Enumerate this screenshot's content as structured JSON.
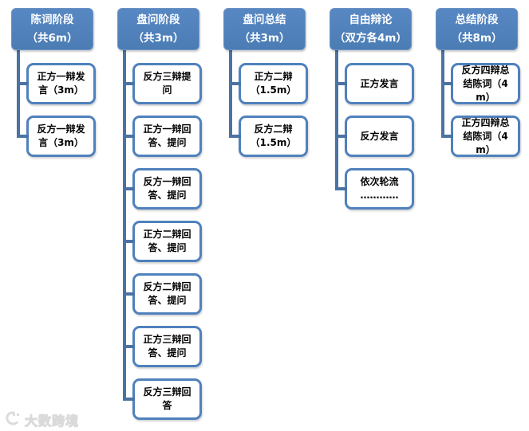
{
  "diagram": {
    "type": "hierarchy-flowchart",
    "topic": "debate-competition-stages",
    "colors": {
      "header_fill": "#4f81bd",
      "header_text": "#ffffff",
      "child_box_border": "#4f81bd",
      "child_box_fill": "#ffffff",
      "child_text": "#000000",
      "connector_line": "#4a73a4",
      "background": "#ffffff",
      "watermark_text": "#d9d9d9"
    },
    "columns": [
      {
        "title_line1": "陈词阶段",
        "title_line2": "（共6m）",
        "children": [
          "正方一辩发言（3m）",
          "反方一辩发言（3m）"
        ]
      },
      {
        "title_line1": "盘问阶段",
        "title_line2": "（共3m）",
        "children": [
          "反方三辩提问",
          "正方一辩回答、提问",
          "反方一辩回答、提问",
          "正方二辩回答、提问",
          "反方二辩回答、提问",
          "正方三辩回答、提问",
          "反方三辩回答"
        ]
      },
      {
        "title_line1": "盘问总结",
        "title_line2": "（共3m）",
        "children": [
          "正方二辩\n（1.5m）",
          "反方二辩\n（1.5m）"
        ]
      },
      {
        "title_line1": "自由辩论",
        "title_line2": "（双方各4m）",
        "children": [
          "正方发言",
          "反方发言",
          "依次轮流\n…………"
        ]
      },
      {
        "title_line1": "总结阶段",
        "title_line2": "（共8m）",
        "children": [
          "反方四辩总结陈词（4m）",
          "正方四辩总结陈词（4m）"
        ]
      }
    ]
  },
  "watermark": {
    "text": "大数跨境"
  }
}
